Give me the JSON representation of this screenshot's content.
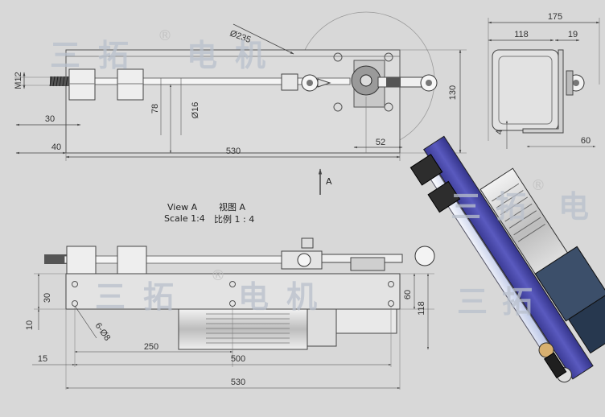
{
  "top_view": {
    "dims": {
      "d_circle": "Ø235",
      "m12": "M12",
      "d16": "Ø16",
      "h78": "78",
      "h130": "130",
      "w30": "30",
      "w40": "40",
      "w530": "530",
      "w52": "52"
    }
  },
  "end_view": {
    "dims": {
      "w175": "175",
      "w118": "118",
      "w19": "19",
      "h4": "4",
      "w60": "60"
    }
  },
  "view_arrow": {
    "label": "A"
  },
  "front_view": {
    "title_en": "View A",
    "scale_en": "Scale 1:4",
    "title_cn": "视图 A",
    "scale_cn": "比例 1 : 4",
    "dims": {
      "h30": "30",
      "h10": "10",
      "holes": "6-Ø8",
      "w250": "250",
      "w15": "15",
      "w500": "500",
      "w530": "530",
      "h60": "60",
      "h118": "118"
    }
  },
  "watermark": {
    "text": "三拓®电机",
    "cn": [
      "三",
      "拓",
      "电",
      "机"
    ]
  },
  "colors": {
    "plate_blue": "#4a4aa6",
    "motor_grey": "#8a8a8a",
    "line": "#555555"
  }
}
